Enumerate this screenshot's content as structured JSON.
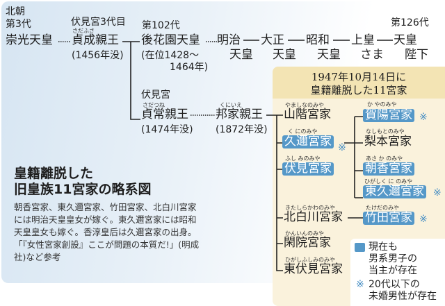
{
  "top": {
    "hokucho": "北朝",
    "gen3": "第3代",
    "suko": "崇光天皇",
    "fushimi3": "伏見宮3代目",
    "sadafusa_ruby": "さだふさ",
    "sadafusa": "貞成親王",
    "sadafusa_died": "(1456年没)",
    "gen102": "第102代",
    "gohanazono": "後花園天皇",
    "gohanazono_reign1": "(在位1428～",
    "gohanazono_reign2": "1464年)",
    "gen126": "第126代"
  },
  "emperors": [
    {
      "a": "明治",
      "b": "天皇"
    },
    {
      "a": "大正",
      "b": "天皇"
    },
    {
      "a": "昭和",
      "b": "天皇"
    },
    {
      "a": "上皇",
      "b": "さま"
    },
    {
      "a": "天皇",
      "b": "陛下"
    }
  ],
  "mid": {
    "fushimi": "伏見宮",
    "sadatsune_ruby": "さだつね",
    "sadatsune": "貞常親王",
    "sadatsune_died": "(1474年没)",
    "kuniie_ruby": "くにいえ",
    "kuniie": "邦家親王",
    "kuniie_died": "(1872年没)"
  },
  "box": {
    "title1": "1947年10月14日に",
    "title2": "皇籍離脱した11宮家"
  },
  "houses": {
    "yamashina": {
      "ruby": "やましなのみや",
      "name": "山階宮家"
    },
    "kuni": {
      "ruby": "く にのみや",
      "name": "久邇宮家",
      "mark": "※"
    },
    "fushimi": {
      "ruby": "ふし みのみや",
      "name": "伏見宮家"
    },
    "kitashirakawa": {
      "ruby": "きたしらかわのみや",
      "name": "北白川宮家"
    },
    "kanin": {
      "ruby": "かんいんのみや",
      "name": "閑院宮家"
    },
    "higashifushimi": {
      "ruby": "ひがしふしみのみや",
      "name": "東伏見宮家"
    },
    "kaya": {
      "ruby": "か やのみや",
      "name": "賀陽宮家",
      "mark": "※"
    },
    "nashimoto": {
      "ruby": "なしもとのみや",
      "name": "梨本宮家"
    },
    "asaka": {
      "ruby": "あさ か のみや",
      "name": "朝香宮家"
    },
    "higashikuni": {
      "ruby": "ひがしく に のみや",
      "name": "東久邇宮家",
      "mark": "※"
    },
    "takeda": {
      "ruby": "たけだのみや",
      "name": "竹田宮家",
      "mark": "※"
    }
  },
  "legend": {
    "l1": "現在も",
    "l2": "男系男子の",
    "l3": "当主が存在",
    "mark": "※",
    "m1": "20代以下の",
    "m2": "未婚男性が存在"
  },
  "title": {
    "line1": "皇籍離脱した",
    "line2": "旧皇族11宮家の略系図"
  },
  "notes": [
    "朝香宮家、東久邇宮家、竹田宮家、北白川宮家",
    "には明治天皇皇女が嫁ぐ。東久邇宮家には昭和",
    "天皇皇女も嫁ぐ。香淳皇后は久邇宮家の出身。",
    "「『女性宮家創設』ここが問題の本質だ!」(明成",
    "社)など参考"
  ],
  "colors": {
    "accent": "#5598c8",
    "cream": "#faf2dc"
  }
}
